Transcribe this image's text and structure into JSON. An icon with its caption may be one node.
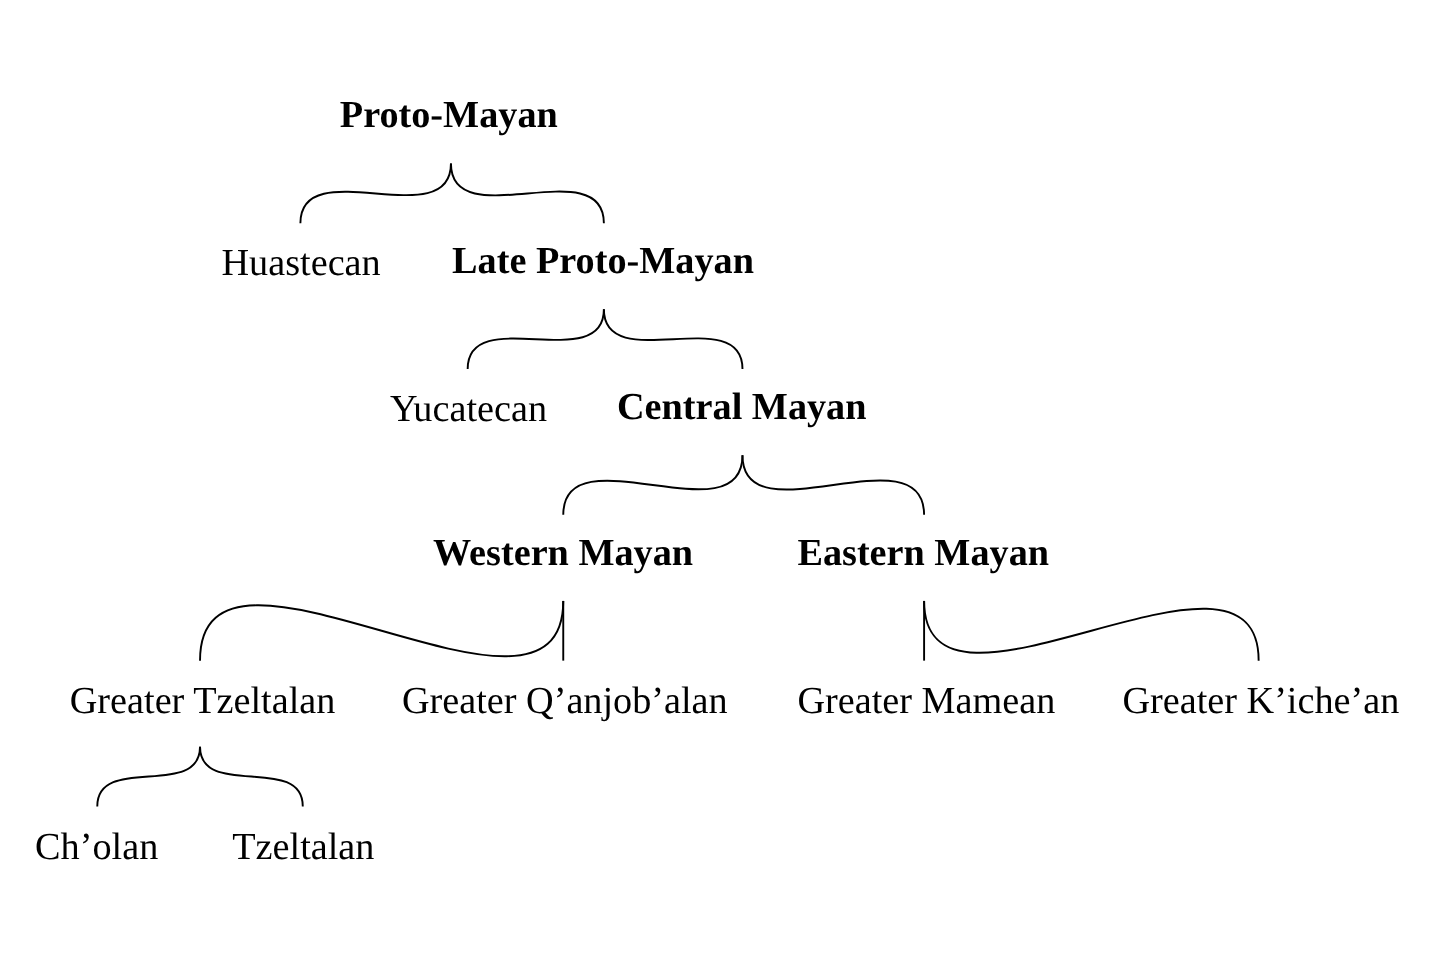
{
  "diagram": {
    "nodes": [
      {
        "text": [
          "Proto-Mayan"
        ]
      },
      {
        "text": [
          "Huastecan"
        ]
      },
      {
        "text": [
          "Late Proto-Mayan"
        ]
      },
      {
        "text": [
          "Yucatecan"
        ]
      },
      {
        "text": [
          "Central Mayan"
        ]
      },
      {
        "text": [
          "Western Mayan"
        ]
      },
      {
        "text": [
          "Eastern Mayan"
        ]
      },
      {
        "text": [
          "Greater Tzeltalan"
        ]
      },
      {
        "text": [
          "Greater Q’anjob’alan"
        ]
      },
      {
        "text": [
          "Greater Mamean"
        ]
      },
      {
        "text": [
          "Greater K’iche’an"
        ]
      },
      {
        "text": [
          "Ch’olan"
        ]
      },
      {
        "text": [
          "Tzeltalan"
        ]
      }
    ],
    "edges": [
      {
        "from": 0,
        "to": 1,
        "arrow": "none"
      },
      {
        "from": 0,
        "to": 2,
        "arrow": "none"
      },
      {
        "from": 2,
        "to": 3,
        "arrow": "none"
      },
      {
        "from": 2,
        "to": 4,
        "arrow": "none"
      },
      {
        "from": 4,
        "to": 5,
        "arrow": "none"
      },
      {
        "from": 4,
        "to": 6,
        "arrow": "none"
      },
      {
        "from": 5,
        "to": 7,
        "arrow": "none"
      },
      {
        "from": 5,
        "to": 8,
        "arrow": "none"
      },
      {
        "from": 6,
        "to": 9,
        "arrow": "none"
      },
      {
        "from": 6,
        "to": 10,
        "arrow": "none"
      },
      {
        "from": 7,
        "to": 11,
        "arrow": "none"
      },
      {
        "from": 7,
        "to": 12,
        "arrow": "none"
      }
    ]
  }
}
